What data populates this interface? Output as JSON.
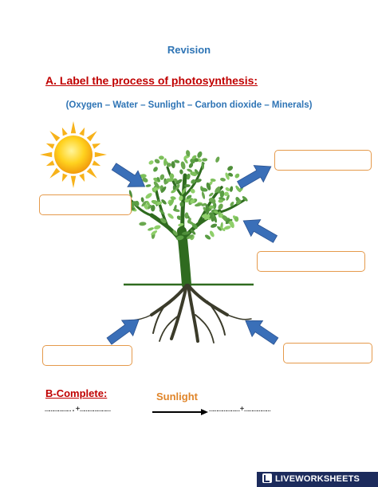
{
  "title": "Revision",
  "section_a": {
    "heading": "A. Label the process of photosynthesis:",
    "word_bank": "(Oxygen – Water – Sunlight – Carbon dioxide – Minerals)"
  },
  "answer_boxes": [
    "",
    "",
    "",
    "",
    ""
  ],
  "section_b": {
    "heading": "B-Complete:",
    "given_word": "Sunlight",
    "blank_1": "……………….+…………………",
    "blank_2": "…………………+………………",
    "plus": "+"
  },
  "footer": {
    "brand": "LIVEWORKSHEETS"
  },
  "colors": {
    "title_blue": "#2e74b5",
    "heading_red": "#c00000",
    "box_border": "#e59a4c",
    "arrow_blue": "#3a6fb8",
    "leaf_green": "#6aa84f",
    "trunk_green": "#2f6b1f",
    "sun_yellow": "#ffc000"
  },
  "icons": [
    "sun-icon",
    "tree-illustration",
    "arrow-icon"
  ]
}
